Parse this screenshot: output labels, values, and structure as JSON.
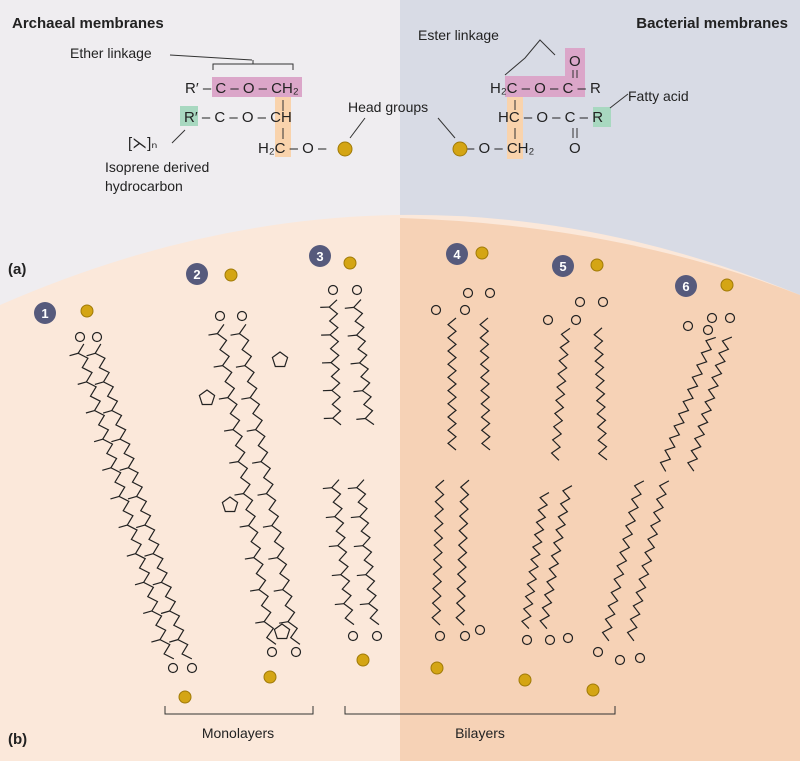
{
  "titles": {
    "archaea": "Archaeal membranes",
    "bacteria": "Bacterial membranes"
  },
  "labels": {
    "ether_linkage": "Ether linkage",
    "ester_linkage": "Ester linkage",
    "head_groups": "Head groups",
    "fatty_acid": "Fatty acid",
    "isoprene_line1": "Isoprene derived",
    "isoprene_line2": "hydrocarbon",
    "panel_a": "(a)",
    "panel_b": "(b)",
    "monolayers": "Monolayers",
    "bilayers": "Bilayers"
  },
  "archaeal_formula": {
    "row1": "R′ – C – O – CH₂",
    "row2": "R′ – C – O – CH",
    "row3": "H₂C – O –",
    "isoprene": "[⋋]ₙ"
  },
  "bacterial_formula": {
    "o_top": "O",
    "row1": "H₂C – O – C – R",
    "row2": "HC – O – C – R",
    "row3": "– O – CH₂",
    "o_bottom": "O"
  },
  "molecule_numbers": [
    "1",
    "2",
    "3",
    "4",
    "5",
    "6"
  ],
  "colors": {
    "archaea_bg": "#efedf0",
    "bacteria_bg": "#d8dbe5",
    "archaea_lower": "#fbe8da",
    "bacteria_lower": "#f6d2b6",
    "ether_highlight": "#dba6c9",
    "glycerol_highlight": "#f9d3ac",
    "r_highlight": "#a8d8c0",
    "head_group": "#d4a514",
    "number_badge": "#565a7c"
  }
}
